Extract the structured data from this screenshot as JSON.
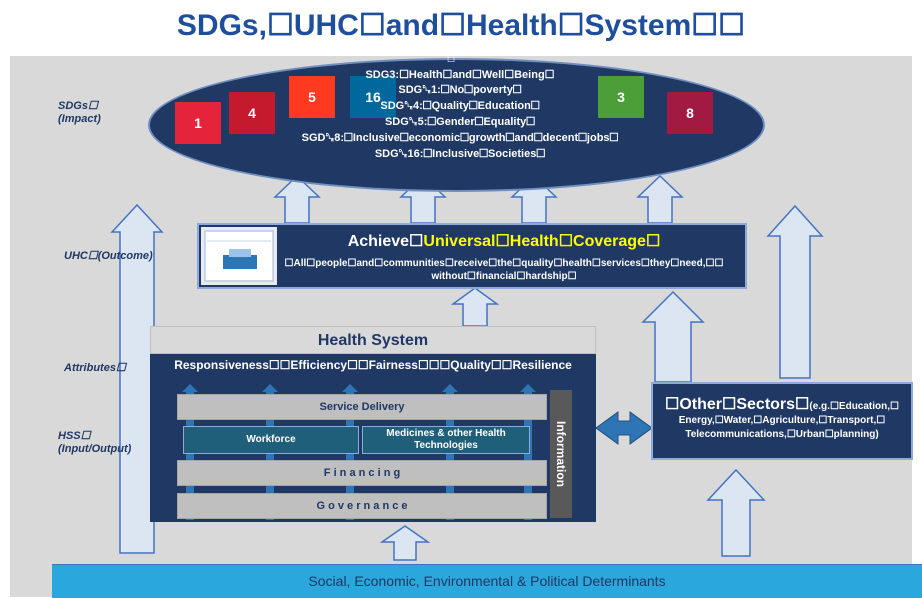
{
  "title": "SDGs,☐UHC☐and☐Health☐System☐☐",
  "side_labels": {
    "sdgs": "SDGs☐",
    "sdgs_sub": "(Impact)",
    "uhc": "UHC☐(Outcome)",
    "attributes": "Attributes☐",
    "hss": "HSS☐",
    "hss_sub": "(Input/Output)"
  },
  "sdg_ellipse": {
    "mark": "☐",
    "lines": [
      "SDG3:☐Health☐and☐Well☐Being☐",
      "SDG␐1:☐No☐poverty☐",
      "SDG␐4:☐Quality☐Education☐",
      "SDG␐5:☐Gender☐Equality☐",
      "SGD␐8:☐Inclusive☐economic☐growth☐and☐decent☐jobs☐",
      "SDG␐16:☐Inclusive☐Societies☐"
    ],
    "goals": [
      {
        "number": "1",
        "color": "#e5243b"
      },
      {
        "number": "4",
        "color": "#c5192d"
      },
      {
        "number": "5",
        "color": "#ff3a21"
      },
      {
        "number": "16",
        "color": "#00689d"
      },
      {
        "number": "3",
        "color": "#4c9f38"
      },
      {
        "number": "8",
        "color": "#a21942"
      }
    ]
  },
  "uhc": {
    "title_pre": "Achieve☐",
    "title_highlight": "Universal☐Health☐Coverage☐",
    "desc_1": "☐All☐people☐and☐communities☐receive☐the☐quality☐health☐services☐they☐need,☐☐",
    "desc_2": "without☐financial☐hardship☐"
  },
  "health_system": {
    "header": "Health System",
    "attributes": "Responsiveness☐☐Efficiency☐☐Fairness☐☐☐Quality☐☐Resilience",
    "service_delivery": "Service Delivery",
    "workforce": "Workforce",
    "medicines": "Medicines & other Health Technologies",
    "financing": "F i n a n c i n g",
    "governance": "G o v e r n a n c e",
    "information": "Information"
  },
  "other_sectors": {
    "title": "☐Other☐Sectors☐",
    "title_small": "(e.g.☐Education,☐",
    "desc_1": "Energy,☐Water,☐Agriculture,☐Transport,☐",
    "desc_2": "Telecommunications,☐Urban☐planning)"
  },
  "determinants": "Social, Economic, Environmental & Political Determinants",
  "colors": {
    "dark_navy": "#1f3864",
    "title_blue": "#1f4e9c",
    "highlight_yellow": "#ffff00",
    "determinants_blue": "#2aa7dc",
    "arrow_fill": "#dce6f2",
    "arrow_stroke": "#4472c4"
  }
}
